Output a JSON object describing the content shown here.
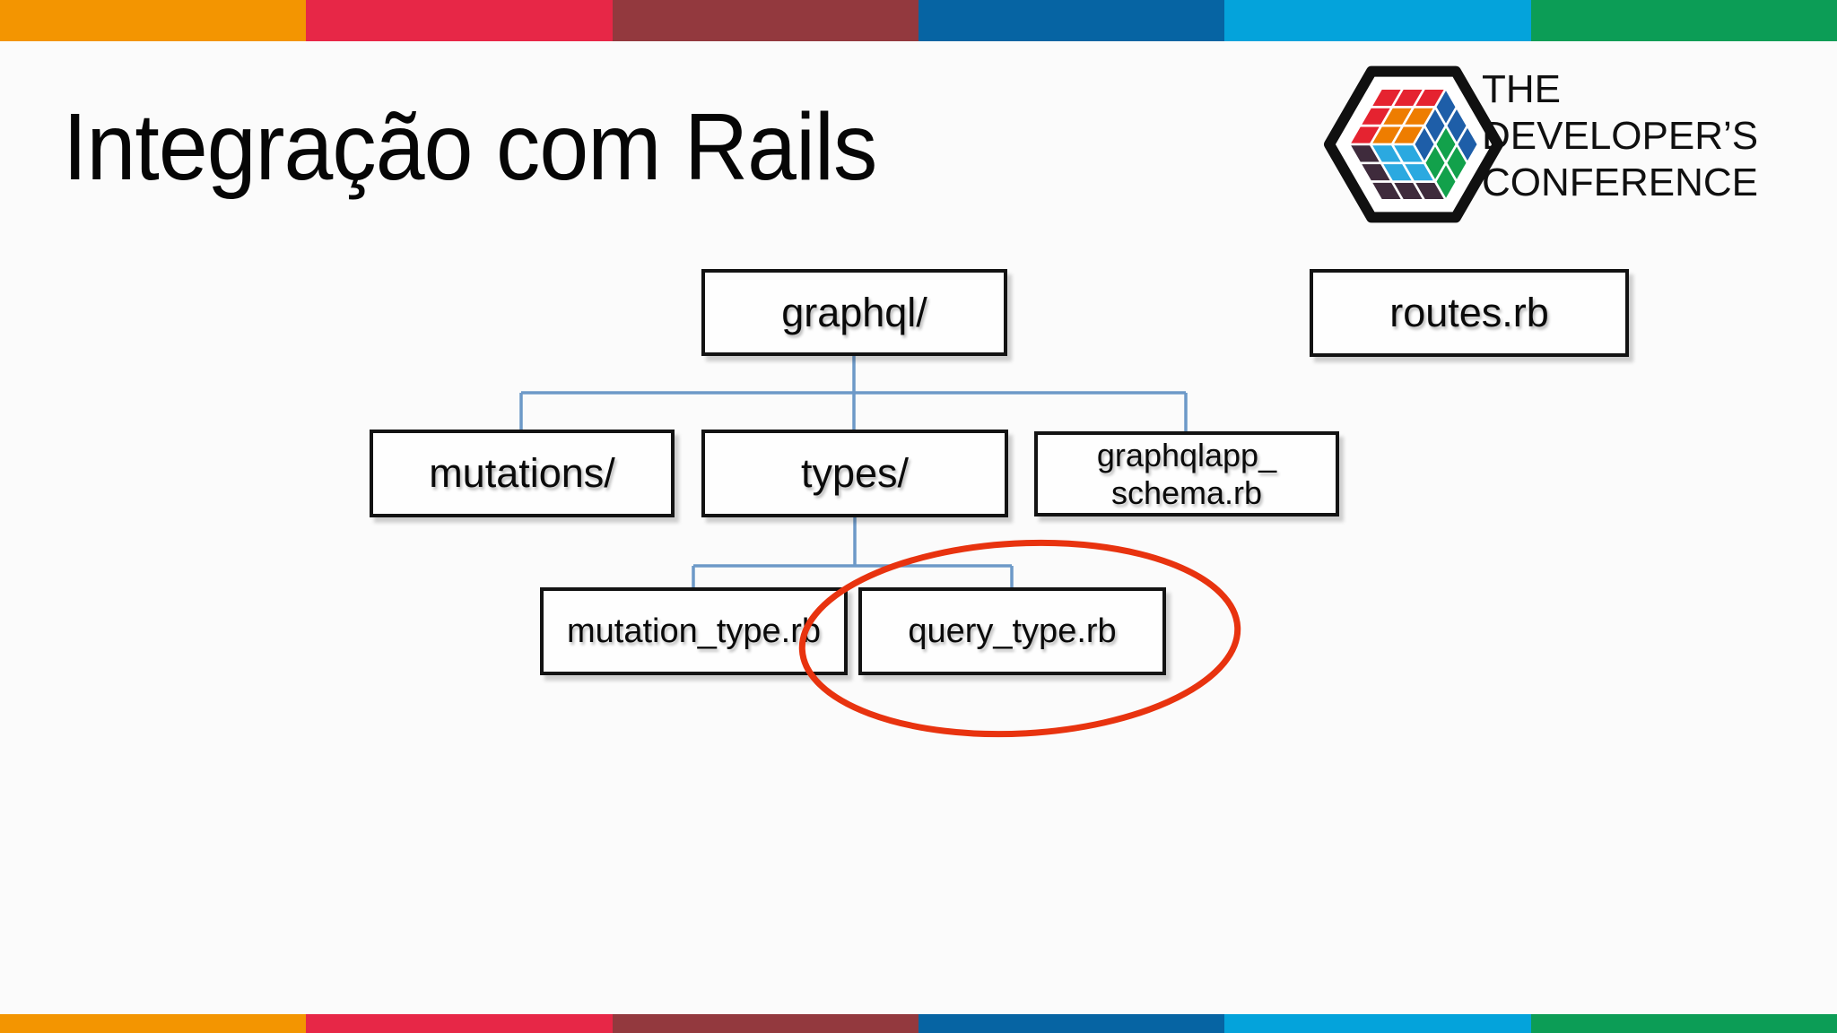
{
  "slide": {
    "title": "Integração com Rails",
    "background_color": "#fbfbfb"
  },
  "brand": {
    "logo_name": "tdc-cube-logo",
    "lines": [
      "THE",
      "DEVELOPER’S",
      "CONFERENCE"
    ],
    "cube_colors": {
      "red": "#e52330",
      "orange": "#ee7d00",
      "blue": "#1e5ea8",
      "green": "#12a14b",
      "cyan": "#2ba9e0",
      "eggplant": "#3f2b3c",
      "outline": "#101010"
    }
  },
  "decoration": {
    "bar_colors": [
      "#f39501",
      "#e72747",
      "#93393e",
      "#0664a3",
      "#04a3db",
      "#0c9d56"
    ]
  },
  "diagram": {
    "connector_color": "#6d99c8",
    "nodes": {
      "graphql": {
        "label": "graphql/"
      },
      "routes": {
        "label": "routes.rb"
      },
      "mutations": {
        "label": "mutations/"
      },
      "types": {
        "label": "types/"
      },
      "schema": {
        "lines": [
          "graphqlapp_",
          "schema.rb"
        ]
      },
      "mutation_type": {
        "label": "mutation_type.rb"
      },
      "query_type": {
        "label": "query_type.rb"
      }
    },
    "edges": [
      [
        "graphql/",
        "mutations/"
      ],
      [
        "graphql/",
        "types/"
      ],
      [
        "graphql/",
        "graphqlapp_schema.rb"
      ],
      [
        "types/",
        "mutation_type.rb"
      ],
      [
        "types/",
        "query_type.rb"
      ]
    ],
    "highlight": {
      "shape": "ellipse",
      "target": "query_type.rb",
      "color": "#e8330f"
    }
  }
}
